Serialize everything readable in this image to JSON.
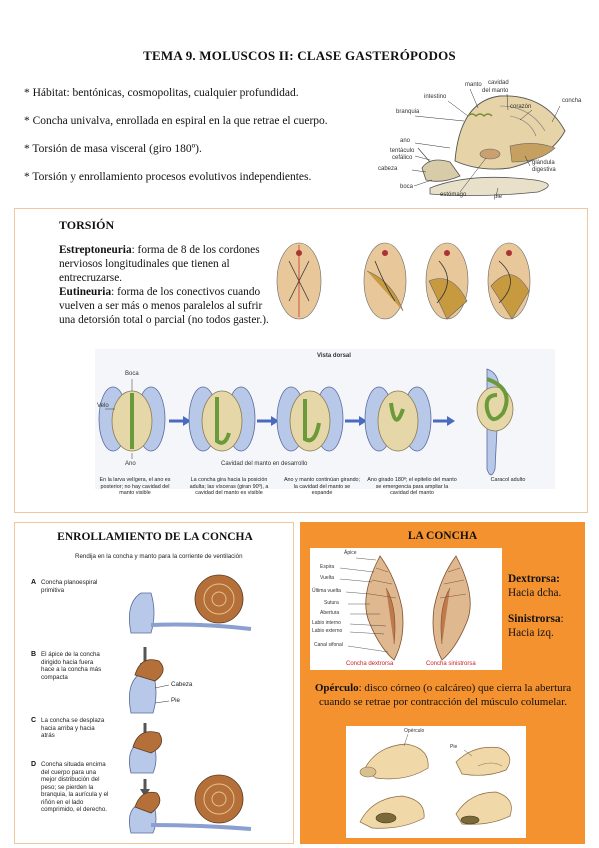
{
  "title": "TEMA 9. MOLUSCOS II: CLASE GASTERÓPODOS",
  "bullets": [
    "* Hábitat: bentónicas, cosmopolitas, cualquier profundidad.",
    "* Concha univalva, enrollada en espiral en la que retrae el cuerpo.",
    "* Torsión de masa visceral (giro 180º).",
    "* Torsión y enrollamiento procesos evolutivos independientes."
  ],
  "anatomy_labels": {
    "manto": "manto",
    "cavidad": "cavidad",
    "del_manto": "del manto",
    "intestino": "intestino",
    "corazon": "corazón",
    "concha": "concha",
    "branquia": "branquia",
    "ano": "ano",
    "tentaculo": "tentáculo",
    "cefalico": "cefálico",
    "glandula": "glándula",
    "digestiva": "digestiva",
    "cabeza": "cabeza",
    "boca": "boca",
    "estomago": "estómago",
    "pie": "pie"
  },
  "torsion": {
    "title": "TORSIÓN",
    "estreptoneuria_term": "Estreptoneuria",
    "estreptoneuria_text": ": forma de 8 de los cordones nerviosos longitudinales que tienen al entrecruzarse.",
    "eutineuria_term": "Eutineuria",
    "eutineuria_text": ": forma de los conectivos cuando vuelven a ser más o menos paralelos al sufrir una detorsión total o parcial (no todos gaster.).",
    "vista_dorsal": "Vista dorsal",
    "boca": "Boca",
    "velo": "Velo",
    "ano": "Ano",
    "cavidad_manto": "Cavidad del manto en desarrollo",
    "captions": [
      "En la larva velígera, el ano es posterior; no hay cavidad del manto visible",
      "La concha gira hacia la posición adulta; las vísceras (giran 90º), a cavidad del manto es visible",
      "Ano y manto continúan girando; la cavidad del manto se expande",
      "Ano girado 180º; el epitelio del manto se emergencia para ampliar la cavidad del manto",
      "Caracol adulto"
    ]
  },
  "enrollamiento": {
    "title": "ENROLLAMIENTO DE LA CONCHA",
    "subtitle": "Rendija en la concha y manto para la corriente de ventilación",
    "steps": [
      {
        "letter": "A",
        "text": "Concha planoespiral primitiva"
      },
      {
        "letter": "B",
        "text": "El ápice de la concha dirigido hacia fuera hace a la concha más compacta"
      },
      {
        "letter": "C",
        "text": "La concha se desplaza hacia arriba y hacia atrás"
      },
      {
        "letter": "D",
        "text": "Concha situada encima del cuerpo para una mejor distribución del peso; se pierden la branquia, la aurícula y el riñón en el lado comprimido, el derecho."
      }
    ],
    "cabeza": "Cabeza",
    "pie": "Pie"
  },
  "concha": {
    "title": "LA CONCHA",
    "dextrorsa_term": "Dextrorsa:",
    "dextrorsa_text": "Hacia dcha.",
    "sinistrorsa_term": "Sinistrorsa",
    "sinistrorsa_colon": ":",
    "sinistrorsa_text": "Hacia izq.",
    "shell_labels": [
      "Ápice",
      "Espira",
      "Vuelta",
      "Última vuelta",
      "Sutura",
      "Abertura",
      "Labio interno",
      "Labio externo",
      "Canal sifonal"
    ],
    "concha_dextrorsa": "Concha dextrorsa",
    "concha_sinistrorsa": "Concha sinistrorsa",
    "operculo_term": "Opérculo",
    "operculo_text": ": disco córneo (o calcáreo) que cierra la abertura cuando se retrae por contracción del músculo columelar.",
    "operculo_label": "Opérculo",
    "pie_label": "Pie"
  },
  "colors": {
    "orange": "#f4922f",
    "panel_border": "#f0c8a0",
    "shell_brown": "#b5703a",
    "body_blue": "#b8c8e8",
    "gut_green": "#6a9a3a"
  }
}
